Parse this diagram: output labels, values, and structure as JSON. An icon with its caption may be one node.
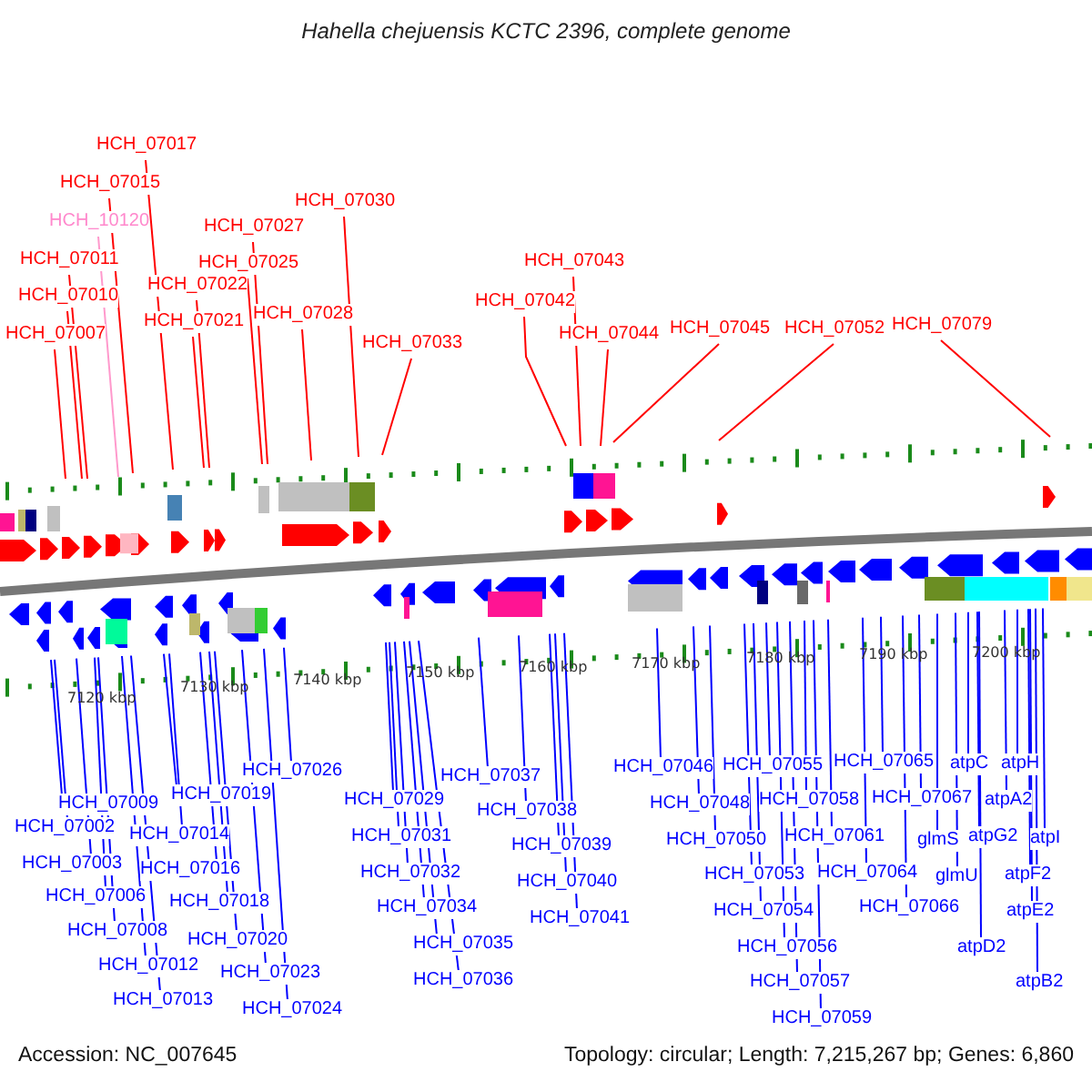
{
  "diagram": {
    "title": "Hahella chejuensis KCTC 2396, complete genome",
    "nodes": [
      {
        "text": [
          "HCH_07017"
        ]
      },
      {
        "text": [
          "HCH_07015"
        ]
      },
      {
        "text": [
          "HCH_10120"
        ]
      },
      {
        "text": [
          "HCH_07011"
        ]
      },
      {
        "text": [
          "HCH_07010"
        ]
      },
      {
        "text": [
          "HCH_07007"
        ]
      },
      {
        "text": [
          "HCH_07022"
        ]
      },
      {
        "text": [
          "HCH_07021"
        ]
      },
      {
        "text": [
          "HCH_07027"
        ]
      },
      {
        "text": [
          "HCH_07025"
        ]
      },
      {
        "text": [
          "HCH_07028"
        ]
      },
      {
        "text": [
          "HCH_07030"
        ]
      },
      {
        "text": [
          "HCH_07033"
        ]
      },
      {
        "text": [
          "HCH_07042"
        ]
      },
      {
        "text": [
          "HCH_07043"
        ]
      },
      {
        "text": [
          "HCH_07044"
        ]
      },
      {
        "text": [
          "HCH_07045"
        ]
      },
      {
        "text": [
          "HCH_07052"
        ]
      },
      {
        "text": [
          "HCH_07079"
        ]
      },
      {
        "text": [
          "HCH_07009"
        ]
      },
      {
        "text": [
          "HCH_07002"
        ]
      },
      {
        "text": [
          "HCH_07003"
        ]
      },
      {
        "text": [
          "HCH_07006"
        ]
      },
      {
        "text": [
          "HCH_07008"
        ]
      },
      {
        "text": [
          "HCH_07012"
        ]
      },
      {
        "text": [
          "HCH_07013"
        ]
      },
      {
        "text": [
          "HCH_07019"
        ]
      },
      {
        "text": [
          "HCH_07014"
        ]
      },
      {
        "text": [
          "HCH_07016"
        ]
      },
      {
        "text": [
          "HCH_07018"
        ]
      },
      {
        "text": [
          "HCH_07020"
        ]
      },
      {
        "text": [
          "HCH_07023"
        ]
      },
      {
        "text": [
          "HCH_07024"
        ]
      },
      {
        "text": [
          "HCH_07026"
        ]
      },
      {
        "text": [
          "HCH_07029"
        ]
      },
      {
        "text": [
          "HCH_07031"
        ]
      },
      {
        "text": [
          "HCH_07032"
        ]
      },
      {
        "text": [
          "HCH_07034"
        ]
      },
      {
        "text": [
          "HCH_07035"
        ]
      },
      {
        "text": [
          "HCH_07036"
        ]
      },
      {
        "text": [
          "HCH_07037"
        ]
      },
      {
        "text": [
          "HCH_07038"
        ]
      },
      {
        "text": [
          "HCH_07039"
        ]
      },
      {
        "text": [
          "HCH_07040"
        ]
      },
      {
        "text": [
          "HCH_07041"
        ]
      },
      {
        "text": [
          "HCH_07046"
        ]
      },
      {
        "text": [
          "HCH_07048"
        ]
      },
      {
        "text": [
          "HCH_07050"
        ]
      },
      {
        "text": [
          "HCH_07053"
        ]
      },
      {
        "text": [
          "HCH_07054"
        ]
      },
      {
        "text": [
          "HCH_07056"
        ]
      },
      {
        "text": [
          "HCH_07057"
        ]
      },
      {
        "text": [
          "HCH_07059"
        ]
      },
      {
        "text": [
          "HCH_07055"
        ]
      },
      {
        "text": [
          "HCH_07058"
        ]
      },
      {
        "text": [
          "HCH_07061"
        ]
      },
      {
        "text": [
          "HCH_07064"
        ]
      },
      {
        "text": [
          "HCH_07066"
        ]
      },
      {
        "text": [
          "HCH_07065"
        ]
      },
      {
        "text": [
          "HCH_07067"
        ]
      },
      {
        "text": [
          "glmS"
        ]
      },
      {
        "text": [
          "glmU"
        ]
      },
      {
        "text": [
          "atpC"
        ]
      },
      {
        "text": [
          "atpG2"
        ]
      },
      {
        "text": [
          "atpD2"
        ]
      },
      {
        "text": [
          "atpH"
        ]
      },
      {
        "text": [
          "atpA2"
        ]
      },
      {
        "text": [
          "atpI"
        ]
      },
      {
        "text": [
          "atpF2"
        ]
      },
      {
        "text": [
          "atpE2"
        ]
      },
      {
        "text": [
          "atpB2"
        ]
      }
    ],
    "edges": [
      {
        "from": 0,
        "to": null,
        "arrow": "none",
        "color": "#ff0000"
      },
      {
        "from": 1,
        "to": null,
        "arrow": "none",
        "color": "#ff0000"
      },
      {
        "from": 2,
        "to": null,
        "arrow": "none",
        "color": "#ff99cc"
      },
      {
        "from": 3,
        "to": null,
        "arrow": "none",
        "color": "#ff0000"
      },
      {
        "from": 4,
        "to": null,
        "arrow": "none",
        "color": "#ff0000"
      },
      {
        "from": 5,
        "to": null,
        "arrow": "none",
        "color": "#ff0000"
      },
      {
        "from": 6,
        "to": null,
        "arrow": "none",
        "color": "#ff0000"
      },
      {
        "from": 7,
        "to": null,
        "arrow": "none",
        "color": "#ff0000"
      },
      {
        "from": 8,
        "to": null,
        "arrow": "none",
        "color": "#ff0000"
      },
      {
        "from": 9,
        "to": null,
        "arrow": "none",
        "color": "#ff0000"
      },
      {
        "from": 10,
        "to": null,
        "arrow": "none",
        "color": "#ff0000"
      },
      {
        "from": 11,
        "to": null,
        "arrow": "none",
        "color": "#ff0000"
      },
      {
        "from": 12,
        "to": null,
        "arrow": "none",
        "color": "#ff0000"
      },
      {
        "from": 13,
        "to": null,
        "arrow": "none",
        "color": "#ff0000"
      },
      {
        "from": 14,
        "to": null,
        "arrow": "none",
        "color": "#ff0000"
      },
      {
        "from": 15,
        "to": null,
        "arrow": "none",
        "color": "#ff0000"
      },
      {
        "from": 16,
        "to": null,
        "arrow": "none",
        "color": "#ff0000"
      },
      {
        "from": 17,
        "to": null,
        "arrow": "none",
        "color": "#ff0000"
      },
      {
        "from": 18,
        "to": null,
        "arrow": "none",
        "color": "#ff0000"
      },
      {
        "from": 19,
        "to": null,
        "arrow": "none"
      },
      {
        "from": 20,
        "to": null,
        "arrow": "none"
      },
      {
        "from": 21,
        "to": null,
        "arrow": "none"
      },
      {
        "from": 22,
        "to": null,
        "arrow": "none"
      },
      {
        "from": 23,
        "to": null,
        "arrow": "none"
      },
      {
        "from": 24,
        "to": null,
        "arrow": "none"
      },
      {
        "from": 25,
        "to": null,
        "arrow": "none"
      },
      {
        "from": 26,
        "to": null,
        "arrow": "none"
      },
      {
        "from": 27,
        "to": null,
        "arrow": "none"
      },
      {
        "from": 28,
        "to": null,
        "arrow": "none"
      },
      {
        "from": 29,
        "to": null,
        "arrow": "none"
      },
      {
        "from": 30,
        "to": null,
        "arrow": "none"
      },
      {
        "from": 31,
        "to": null,
        "arrow": "none"
      },
      {
        "from": 32,
        "to": null,
        "arrow": "none"
      },
      {
        "from": 33,
        "to": null,
        "arrow": "none"
      },
      {
        "from": 34,
        "to": null,
        "arrow": "none"
      },
      {
        "from": 35,
        "to": null,
        "arrow": "none"
      },
      {
        "from": 36,
        "to": null,
        "arrow": "none"
      },
      {
        "from": 37,
        "to": null,
        "arrow": "none"
      },
      {
        "from": 38,
        "to": null,
        "arrow": "none"
      },
      {
        "from": 39,
        "to": null,
        "arrow": "none"
      },
      {
        "from": 40,
        "to": null,
        "arrow": "none"
      },
      {
        "from": 41,
        "to": null,
        "arrow": "none"
      },
      {
        "from": 42,
        "to": null,
        "arrow": "none"
      },
      {
        "from": 43,
        "to": null,
        "arrow": "none"
      },
      {
        "from": 44,
        "to": null,
        "arrow": "none"
      },
      {
        "from": 45,
        "to": null,
        "arrow": "none"
      },
      {
        "from": 46,
        "to": null,
        "arrow": "none"
      },
      {
        "from": 47,
        "to": null,
        "arrow": "none"
      },
      {
        "from": 48,
        "to": null,
        "arrow": "none"
      },
      {
        "from": 49,
        "to": null,
        "arrow": "none"
      },
      {
        "from": 50,
        "to": null,
        "arrow": "none"
      },
      {
        "from": 51,
        "to": null,
        "arrow": "none"
      },
      {
        "from": 52,
        "to": null,
        "arrow": "none"
      },
      {
        "from": 53,
        "to": null,
        "arrow": "none"
      },
      {
        "from": 54,
        "to": null,
        "arrow": "none"
      },
      {
        "from": 55,
        "to": null,
        "arrow": "none"
      },
      {
        "from": 56,
        "to": null,
        "arrow": "none"
      },
      {
        "from": 57,
        "to": null,
        "arrow": "none"
      },
      {
        "from": 58,
        "to": null,
        "arrow": "none"
      },
      {
        "from": 59,
        "to": null,
        "arrow": "none"
      },
      {
        "from": 60,
        "to": null,
        "arrow": "none"
      },
      {
        "from": 61,
        "to": null,
        "arrow": "none"
      },
      {
        "from": 62,
        "to": null,
        "arrow": "none"
      },
      {
        "from": 63,
        "to": null,
        "arrow": "none"
      },
      {
        "from": 64,
        "to": null,
        "arrow": "none"
      },
      {
        "from": 65,
        "to": null,
        "arrow": "none"
      },
      {
        "from": 66,
        "to": null,
        "arrow": "none"
      },
      {
        "from": 67,
        "to": null,
        "arrow": "none"
      },
      {
        "from": 68,
        "to": null,
        "arrow": "none"
      },
      {
        "from": 69,
        "to": null,
        "arrow": "none"
      },
      {
        "from": 70,
        "to": null,
        "arrow": "none"
      }
    ],
    "labels": [
      "7120 kbp",
      "7130 kbp",
      "7140 kbp",
      "7150 kbp",
      "7160 kbp",
      "7170 kbp",
      "7180 kbp",
      "7190 kbp",
      "7200 kbp",
      "Accession: NC_007645",
      "Topology: circular; Length: 7,215,267 bp; Genes: 6,860"
    ]
  }
}
